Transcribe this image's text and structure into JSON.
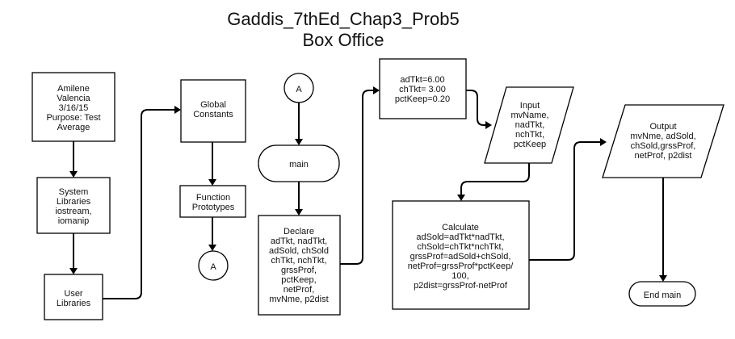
{
  "title": {
    "line1": "Gaddis_7thEd_Chap3_Prob5",
    "line2": "Box Office"
  },
  "nodes": {
    "header": [
      "Amilene",
      "Valencia",
      "3/16/15",
      "Purpose: Test",
      "Average"
    ],
    "system_libraries": [
      "System",
      "Libraries",
      "iostream,",
      "iomanip"
    ],
    "user_libraries": [
      "User",
      "Libraries"
    ],
    "global_constants": [
      "Global",
      "Constants"
    ],
    "function_prototypes": [
      "Function",
      "Prototypes"
    ],
    "connector_out": [
      "A"
    ],
    "connector_in": [
      "A"
    ],
    "main_start": [
      "main"
    ],
    "declare": [
      "Declare",
      "adTkt, nadTkt,",
      "adSold, chSold",
      "chTkt, nchTkt,",
      "grssProf,",
      "pctKeep,",
      "netProf,",
      "mvNme, p2dist"
    ],
    "assign": [
      "adTkt=6.00",
      "chTkt= 3.00",
      "pctKeep=0.20"
    ],
    "input": [
      "Input",
      "mvName,",
      "nadTkt,",
      "nchTkt,",
      "pctKeep"
    ],
    "calculate": [
      "Calculate",
      "adSold=adTkt*nadTkt,",
      "chSold=chTkt*nchTkt,",
      "grssProf=adSold+chSold,",
      "netProf=grssProf*pctKeep/",
      "100,",
      "p2dist=grssProf-netProf"
    ],
    "output": [
      "Output",
      "mvNme, adSold,",
      "chSold,grssProf,",
      "netProf, p2dist"
    ],
    "main_end": [
      "End main"
    ]
  }
}
